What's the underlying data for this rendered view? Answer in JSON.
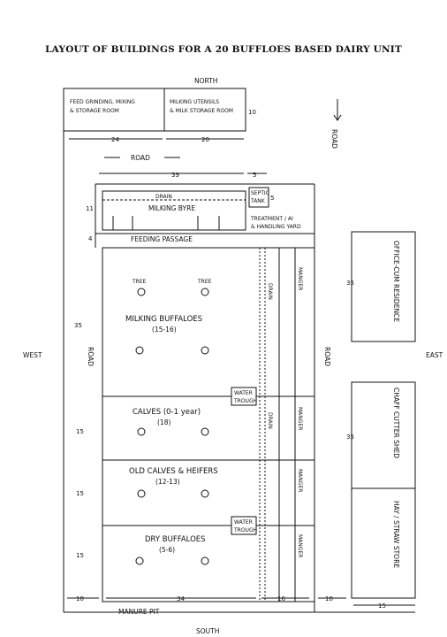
{
  "title": "LAYOUT OF BUILDINGS FOR A 20 BUFFLOES BASED DAIRY UNIT",
  "compass": {
    "north": "NORTH",
    "south": "SOUTH",
    "east": "EAST",
    "west": "WEST"
  },
  "top_rooms": {
    "feed_room": [
      "FEED GRINDING, MIXING",
      "& STORAGE ROOM"
    ],
    "milk_room": [
      "MILKING UTENSILS",
      "& MILK STORAGE ROOM"
    ],
    "dims": {
      "feed_width": "24",
      "milk_width": "20",
      "depth": "10"
    }
  },
  "roads": {
    "north_road": "ROAD",
    "east_road_top": "ROAD",
    "middle_road": "ROAD",
    "west_road": "ROAD"
  },
  "byre": {
    "drain": "DRAIN",
    "milking_byre": "MILKING BYRE",
    "septic_tank": [
      "SEPTIC",
      "TANK"
    ],
    "treatment_yard": [
      "TREATMENT / AI",
      "& HANDLING YARD"
    ],
    "feeding_passage": "FEEDING PASSAGE",
    "dims": {
      "width": "39",
      "right_width": "5",
      "depth": "11",
      "passage": "4",
      "septic": "5"
    }
  },
  "sheds": {
    "milking": {
      "label": "MILKING BUFFALOES",
      "count": "(15-16)",
      "tree": "TREE",
      "depth": "35",
      "manger": "MANGER"
    },
    "calves": {
      "label": "CALVES (0-1 year)",
      "count": "(18)",
      "depth": "15",
      "manger": "MANGER"
    },
    "heifers": {
      "label": "OLD CALVES & HEIFERS",
      "count": "(12-13)",
      "depth": "15",
      "manger": "MANGER"
    },
    "dry": {
      "label": "DRY BUFFALOES",
      "count": "(5-6)",
      "depth": "15",
      "manger": "MANGER"
    },
    "drain": "DRAIN",
    "water_trough": [
      "WATER",
      "TROUGH"
    ]
  },
  "right_buildings": {
    "office": {
      "label": "OFFICE-CUM RESIDENCE",
      "dim": "35"
    },
    "chaff": {
      "label": "CHAFF CUTTER SHED",
      "dim": "35"
    },
    "hay": {
      "label": "HAY / STRAW STORE"
    }
  },
  "bottom": {
    "manure_pit": "MANURE PIT",
    "dims": {
      "left": "10",
      "middle": "34",
      "right": "16",
      "right2": "10",
      "far_right": "15"
    }
  }
}
